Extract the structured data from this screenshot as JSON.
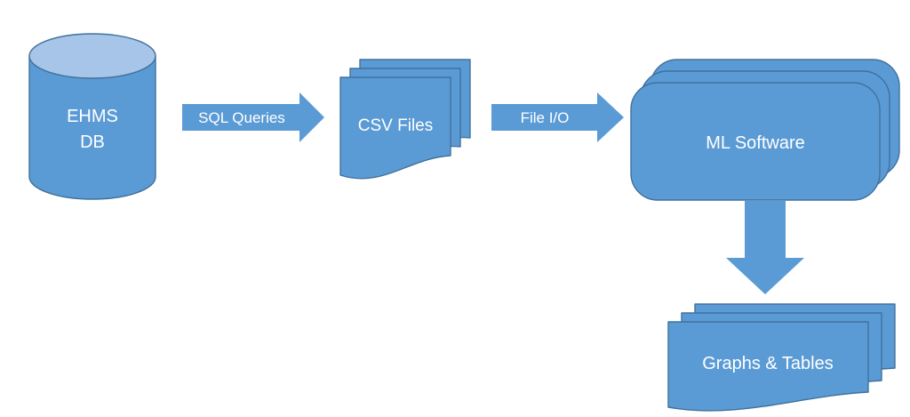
{
  "diagram": {
    "type": "flowchart",
    "nodes": {
      "ehms_db": {
        "shape": "cylinder",
        "lines": [
          "EHMS",
          "DB"
        ]
      },
      "csv_files": {
        "shape": "multi-document",
        "label": "CSV Files"
      },
      "ml_software": {
        "shape": "stacked-rounded-rectangle",
        "label": "ML Software"
      },
      "graphs_tables": {
        "shape": "multi-document",
        "label": "Graphs & Tables"
      }
    },
    "connectors": {
      "sql_queries": {
        "type": "block-arrow-right",
        "label": "SQL Queries",
        "from": "ehms_db",
        "to": "csv_files"
      },
      "file_io": {
        "type": "block-arrow-right",
        "label": "File I/O",
        "from": "csv_files",
        "to": "ml_software"
      },
      "ml_output": {
        "type": "block-arrow-down",
        "from": "ml_software",
        "to": "graphs_tables"
      }
    }
  },
  "colors": {
    "shape_fill": "#5B9BD5",
    "shape_border": "#41719C",
    "cylinder_top_fill": "#A6C5E8",
    "label_text": "#FFFFFF",
    "background": "#FFFFFF"
  }
}
